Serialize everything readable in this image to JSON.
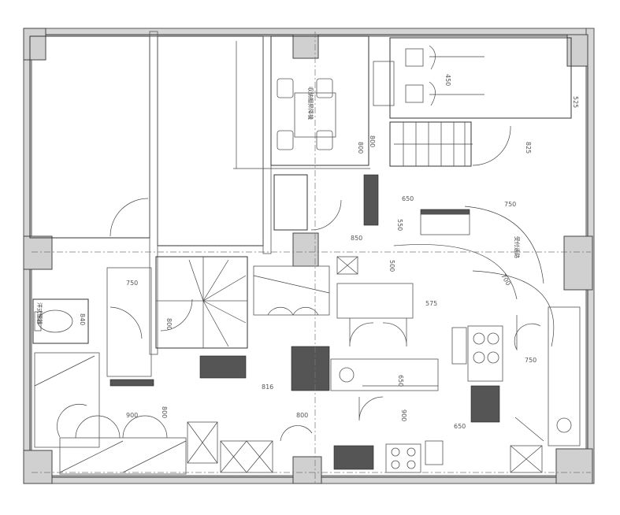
{
  "plan": {
    "title": "Floor plan",
    "dimensions": [
      "800",
      "450",
      "525",
      "800",
      "825",
      "650",
      "550",
      "850",
      "750",
      "500",
      "800",
      "750",
      "840",
      "900",
      "800",
      "816",
      "650",
      "900",
      "800",
      "750",
      "575",
      "650",
      "700"
    ],
    "labels": {
      "table_note": "収納棚昇降機",
      "toilet": "洋式便器",
      "corridor": "受付通路"
    }
  },
  "colors": {
    "wall": "#d6d6d6",
    "line": "#333333"
  }
}
